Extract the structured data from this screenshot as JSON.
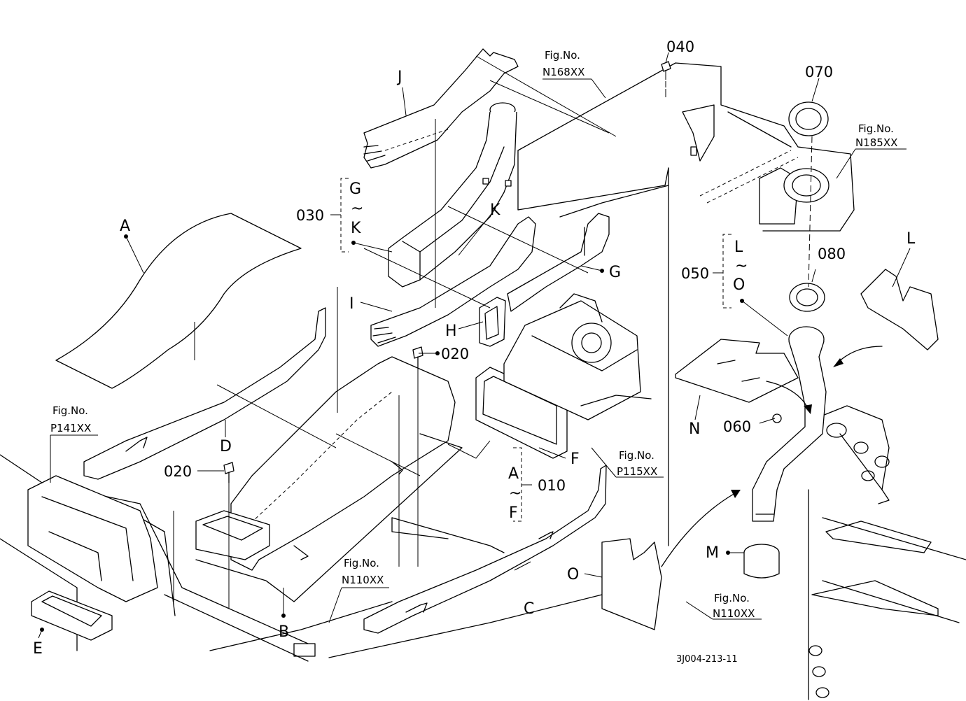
{
  "diagram": {
    "drawing_code": "3J004-213-11",
    "letter_labels": {
      "A": "A",
      "B": "B",
      "C": "C",
      "D": "D",
      "E": "E",
      "F": "F",
      "G": "G",
      "H": "H",
      "I": "I",
      "J": "J",
      "K": "K",
      "L": "L",
      "M": "M",
      "N": "N",
      "O": "O"
    },
    "part_numbers": {
      "p010": "010",
      "p020a": "020",
      "p020b": "020",
      "p030": "030",
      "p040": "040",
      "p050": "050",
      "p060": "060",
      "p070": "070",
      "p080": "080"
    },
    "groups": {
      "g010": {
        "top": "A",
        "tilde": "~",
        "bottom": "F"
      },
      "g030": {
        "top": "G",
        "tilde": "~",
        "bottom": "K"
      },
      "g050": {
        "top": "L",
        "tilde": "~",
        "bottom": "O"
      }
    },
    "fig_refs": {
      "n168": {
        "label": "Fig.No.",
        "number": "N168XX"
      },
      "n185": {
        "label": "Fig.No.",
        "number": "N185XX"
      },
      "p141": {
        "label": "Fig.No.",
        "number": "P141XX"
      },
      "p115": {
        "label": "Fig.No.",
        "number": "P115XX"
      },
      "n110a": {
        "label": "Fig.No.",
        "number": "N110XX"
      },
      "n110b": {
        "label": "Fig.No.",
        "number": "N110XX"
      }
    }
  }
}
